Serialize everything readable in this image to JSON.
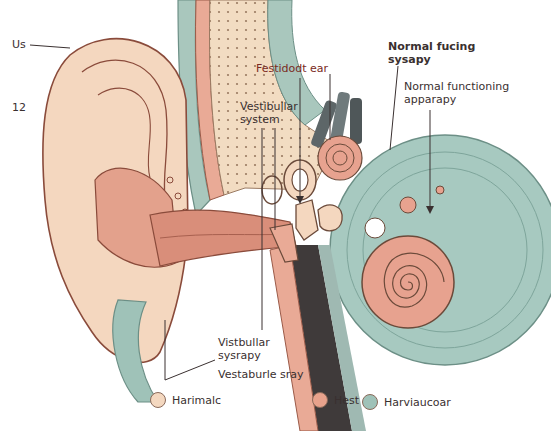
{
  "diagram": {
    "labels": [
      "Us",
      "12",
      "Festidodt ear",
      "Normal fucing sysapy",
      "Vestibullar system",
      "Normal functioning apparapy",
      "Vistbullar sysrapy",
      "Vestaburle sray"
    ],
    "legend": [
      {
        "text": "Harimalc",
        "color": "#f4d8c0"
      },
      {
        "text": "Hest",
        "color": "#e8a28c"
      },
      {
        "text": "Harviaucoar",
        "color": "#9fc2b8"
      }
    ]
  }
}
